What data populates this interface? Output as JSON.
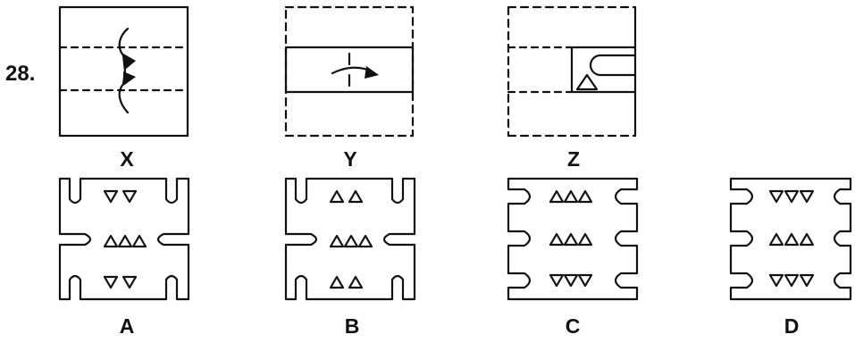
{
  "question_number": "28.",
  "figure_labels": {
    "x": "X",
    "y": "Y",
    "z": "Z"
  },
  "options": [
    "A",
    "B",
    "C",
    "D"
  ],
  "colors": {
    "ink": "#111111",
    "background": "#ffffff"
  }
}
